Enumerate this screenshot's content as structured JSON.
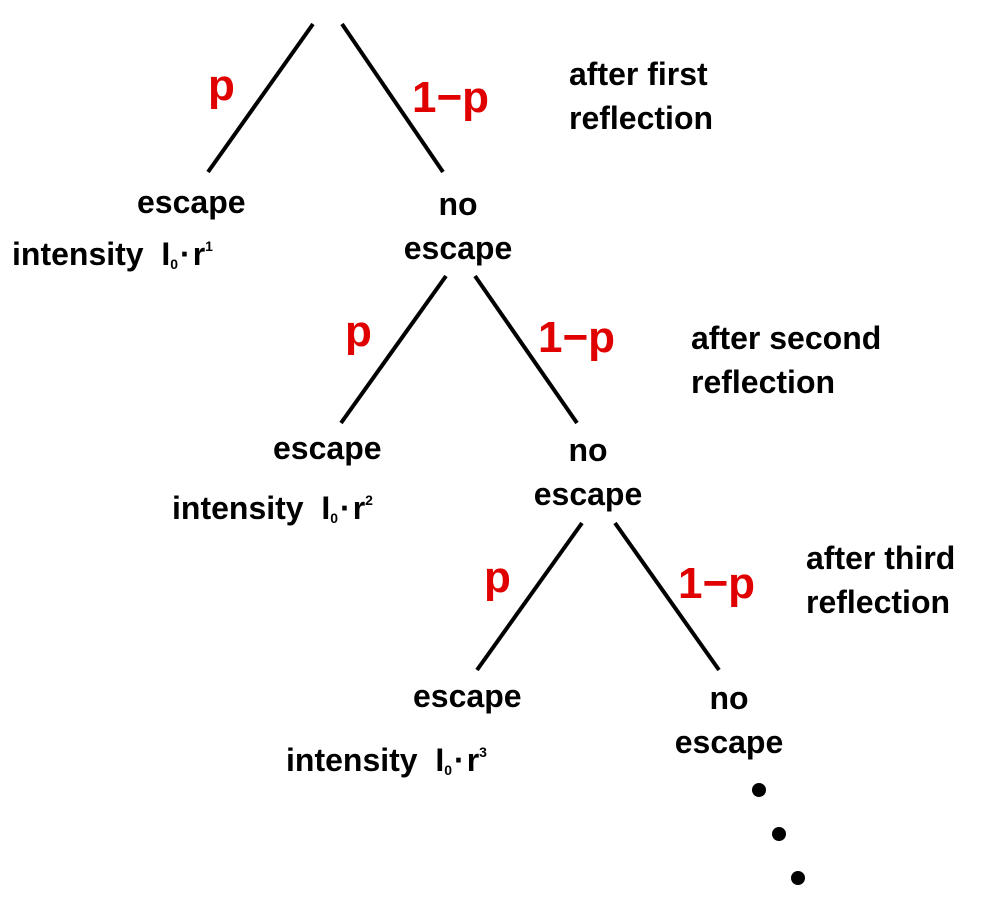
{
  "colors": {
    "probability": "#e00000",
    "text": "#000000",
    "lines": "#000000"
  },
  "levels": [
    {
      "branch_left": "p",
      "branch_right": "1−p",
      "note_line1": "after first",
      "note_line2": "reflection",
      "escape_label": "escape",
      "no_escape_line1": "no",
      "no_escape_line2": "escape",
      "intensity_word": "intensity",
      "intensity_base": "I",
      "intensity_sub": "0",
      "intensity_op": "·",
      "intensity_var": "r",
      "intensity_exp": "1"
    },
    {
      "branch_left": "p",
      "branch_right": "1−p",
      "note_line1": "after second",
      "note_line2": "reflection",
      "escape_label": "escape",
      "no_escape_line1": "no",
      "no_escape_line2": "escape",
      "intensity_word": "intensity",
      "intensity_base": "I",
      "intensity_sub": "0",
      "intensity_op": "·",
      "intensity_var": "r",
      "intensity_exp": "2"
    },
    {
      "branch_left": "p",
      "branch_right": "1−p",
      "note_line1": "after third",
      "note_line2": "reflection",
      "escape_label": "escape",
      "no_escape_line1": "no",
      "no_escape_line2": "escape",
      "intensity_word": "intensity",
      "intensity_base": "I",
      "intensity_sub": "0",
      "intensity_op": "·",
      "intensity_var": "r",
      "intensity_exp": "3"
    }
  ]
}
